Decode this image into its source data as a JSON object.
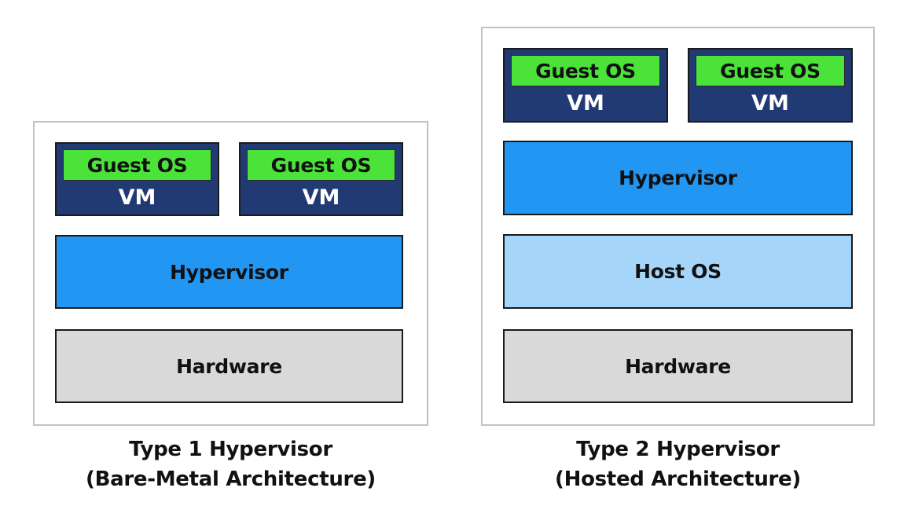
{
  "type1": {
    "vm1": {
      "guest_label": "Guest OS",
      "vm_label": "VM"
    },
    "vm2": {
      "guest_label": "Guest OS",
      "vm_label": "VM"
    },
    "hypervisor_label": "Hypervisor",
    "hardware_label": "Hardware",
    "caption_line1": "Type 1 Hypervisor",
    "caption_line2": "(Bare-Metal Architecture)"
  },
  "type2": {
    "vm1": {
      "guest_label": "Guest OS",
      "vm_label": "VM"
    },
    "vm2": {
      "guest_label": "Guest OS",
      "vm_label": "VM"
    },
    "hypervisor_label": "Hypervisor",
    "host_os_label": "Host OS",
    "hardware_label": "Hardware",
    "caption_line1": "Type 2 Hypervisor",
    "caption_line2": "(Hosted Architecture)"
  },
  "colors": {
    "vm_background": "#223a73",
    "guest_os": "#4be33a",
    "hypervisor": "#2196f3",
    "host_os": "#a6d5fa",
    "hardware": "#d9d9d9",
    "frame_border": "#c2c2c2"
  }
}
